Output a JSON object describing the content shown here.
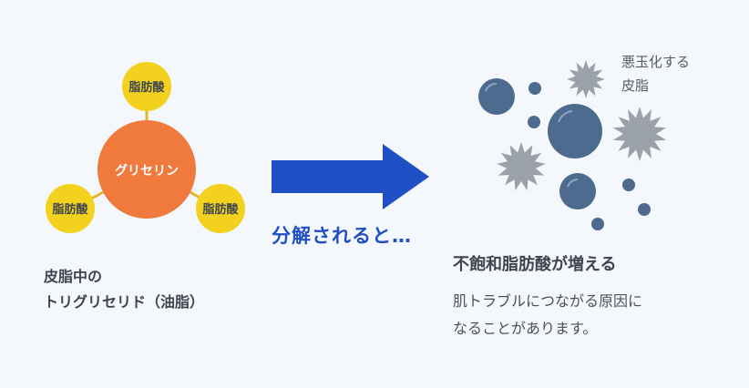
{
  "diagram": {
    "glycerin_label": "グリセリン",
    "fatty_acid_label": "脂肪酸",
    "left_caption": [
      "皮脂中の",
      "トリグリセリド（油脂）"
    ],
    "arrow_label": "分解されると…",
    "result_title": "不飽和脂肪酸が増える",
    "result_description": [
      "肌トラブルにつながる原因に",
      "なることがあります。"
    ],
    "oxidized_note": [
      "悪玉化する",
      "皮脂"
    ]
  },
  "colors": {
    "background": "#f4f7fb",
    "glycerin": "#f07a3e",
    "fatty_acid": "#f3d21f",
    "arrow": "#1f4fc4",
    "dark_molecule": "#4d6a8f",
    "spiky_molecule": "#9ba1ab",
    "text": "#3d4550"
  }
}
